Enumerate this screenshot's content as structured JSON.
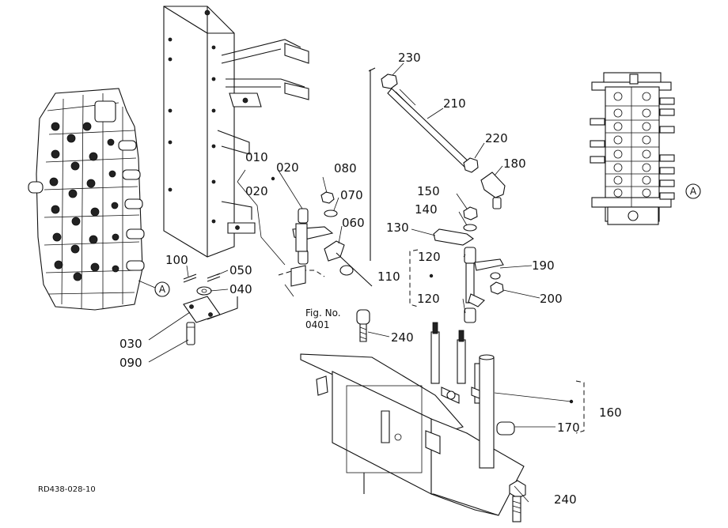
{
  "part_labels": [
    {
      "id": "p230",
      "text": "230"
    },
    {
      "id": "p210",
      "text": "210"
    },
    {
      "id": "p220",
      "text": "220"
    },
    {
      "id": "p180",
      "text": "180"
    },
    {
      "id": "p010",
      "text": "010"
    },
    {
      "id": "p020a",
      "text": "020"
    },
    {
      "id": "p020b",
      "text": "020"
    },
    {
      "id": "p080",
      "text": "080"
    },
    {
      "id": "p070",
      "text": "070"
    },
    {
      "id": "p060",
      "text": "060"
    },
    {
      "id": "p150",
      "text": "150"
    },
    {
      "id": "p140",
      "text": "140"
    },
    {
      "id": "p130",
      "text": "130"
    },
    {
      "id": "p120a",
      "text": "120"
    },
    {
      "id": "p120b",
      "text": "120"
    },
    {
      "id": "p110",
      "text": "110"
    },
    {
      "id": "p190",
      "text": "190"
    },
    {
      "id": "p200",
      "text": "200"
    },
    {
      "id": "p100",
      "text": "100"
    },
    {
      "id": "p050",
      "text": "050"
    },
    {
      "id": "p040",
      "text": "040"
    },
    {
      "id": "p030",
      "text": "030"
    },
    {
      "id": "p090",
      "text": "090"
    },
    {
      "id": "p240a",
      "text": "240"
    },
    {
      "id": "p240b",
      "text": "240"
    },
    {
      "id": "p160",
      "text": "160"
    },
    {
      "id": "p170",
      "text": "170"
    }
  ],
  "callouts": {
    "a_left": "A",
    "a_right": "A"
  },
  "fig_ref": {
    "line1": "Fig. No.",
    "line2": "0401"
  },
  "drawing_code": "RD438-028-10"
}
